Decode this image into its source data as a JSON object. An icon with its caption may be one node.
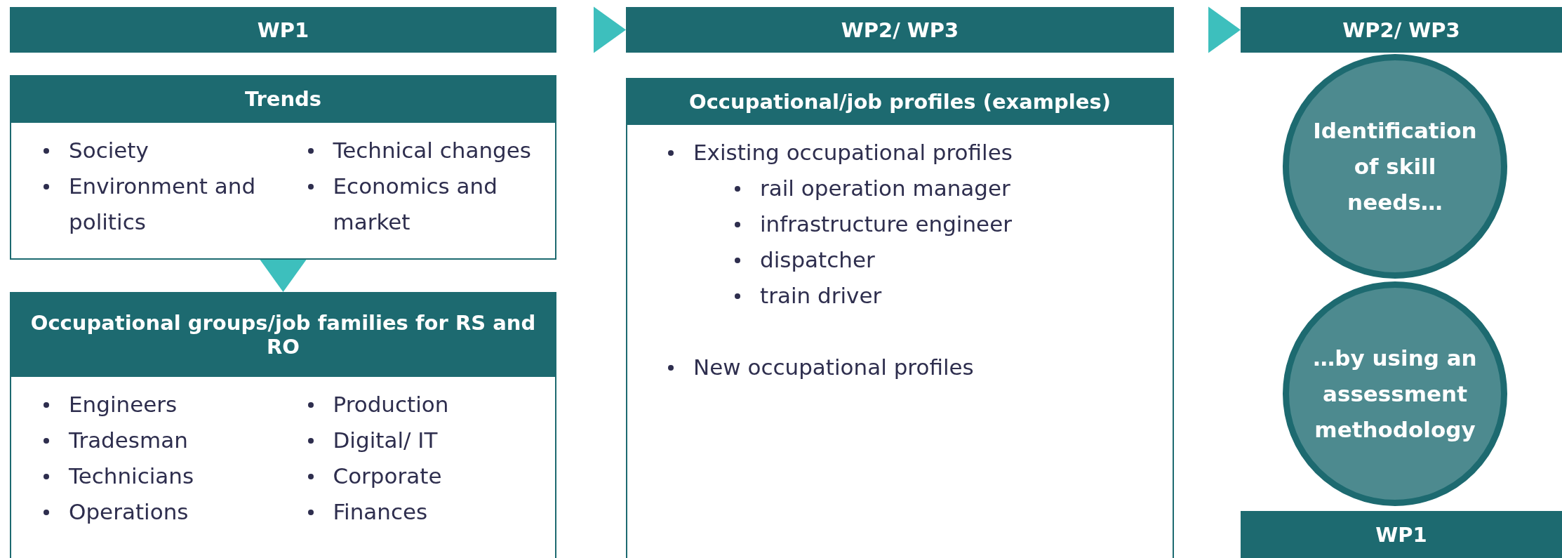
{
  "diagram": {
    "nodes": [
      {
        "text": [
          "WP1"
        ]
      },
      {
        "text": [
          "WP2/ WP3"
        ]
      },
      {
        "text": [
          "WP2/ WP3"
        ]
      },
      {
        "text": [
          "Trends",
          "Society",
          "Technical changes",
          "Environment and politics",
          "Economics and market"
        ]
      },
      {
        "text": [
          "Occupational groups/job families for RS and RO",
          "Engineers",
          "Production",
          "Tradesman",
          "Digital/ IT",
          "Technicians",
          "Corporate",
          "Operations",
          "Finances"
        ]
      },
      {
        "text": [
          "Occupational/job profiles (examples)",
          "Existing occupational profiles",
          "rail operation manager",
          "infrastructure engineer",
          "dispatcher",
          "train driver",
          "New occupational profiles"
        ]
      },
      {
        "text": [
          "Identification of skill needs…"
        ]
      },
      {
        "text": [
          "…by using an assessment methodology"
        ]
      },
      {
        "text": [
          "WP1"
        ]
      }
    ],
    "edges": [
      {
        "from": 0,
        "to": 1,
        "arrow": "to"
      },
      {
        "from": 1,
        "to": 2,
        "arrow": "to"
      },
      {
        "from": 3,
        "to": 4,
        "arrow": "to"
      }
    ]
  }
}
